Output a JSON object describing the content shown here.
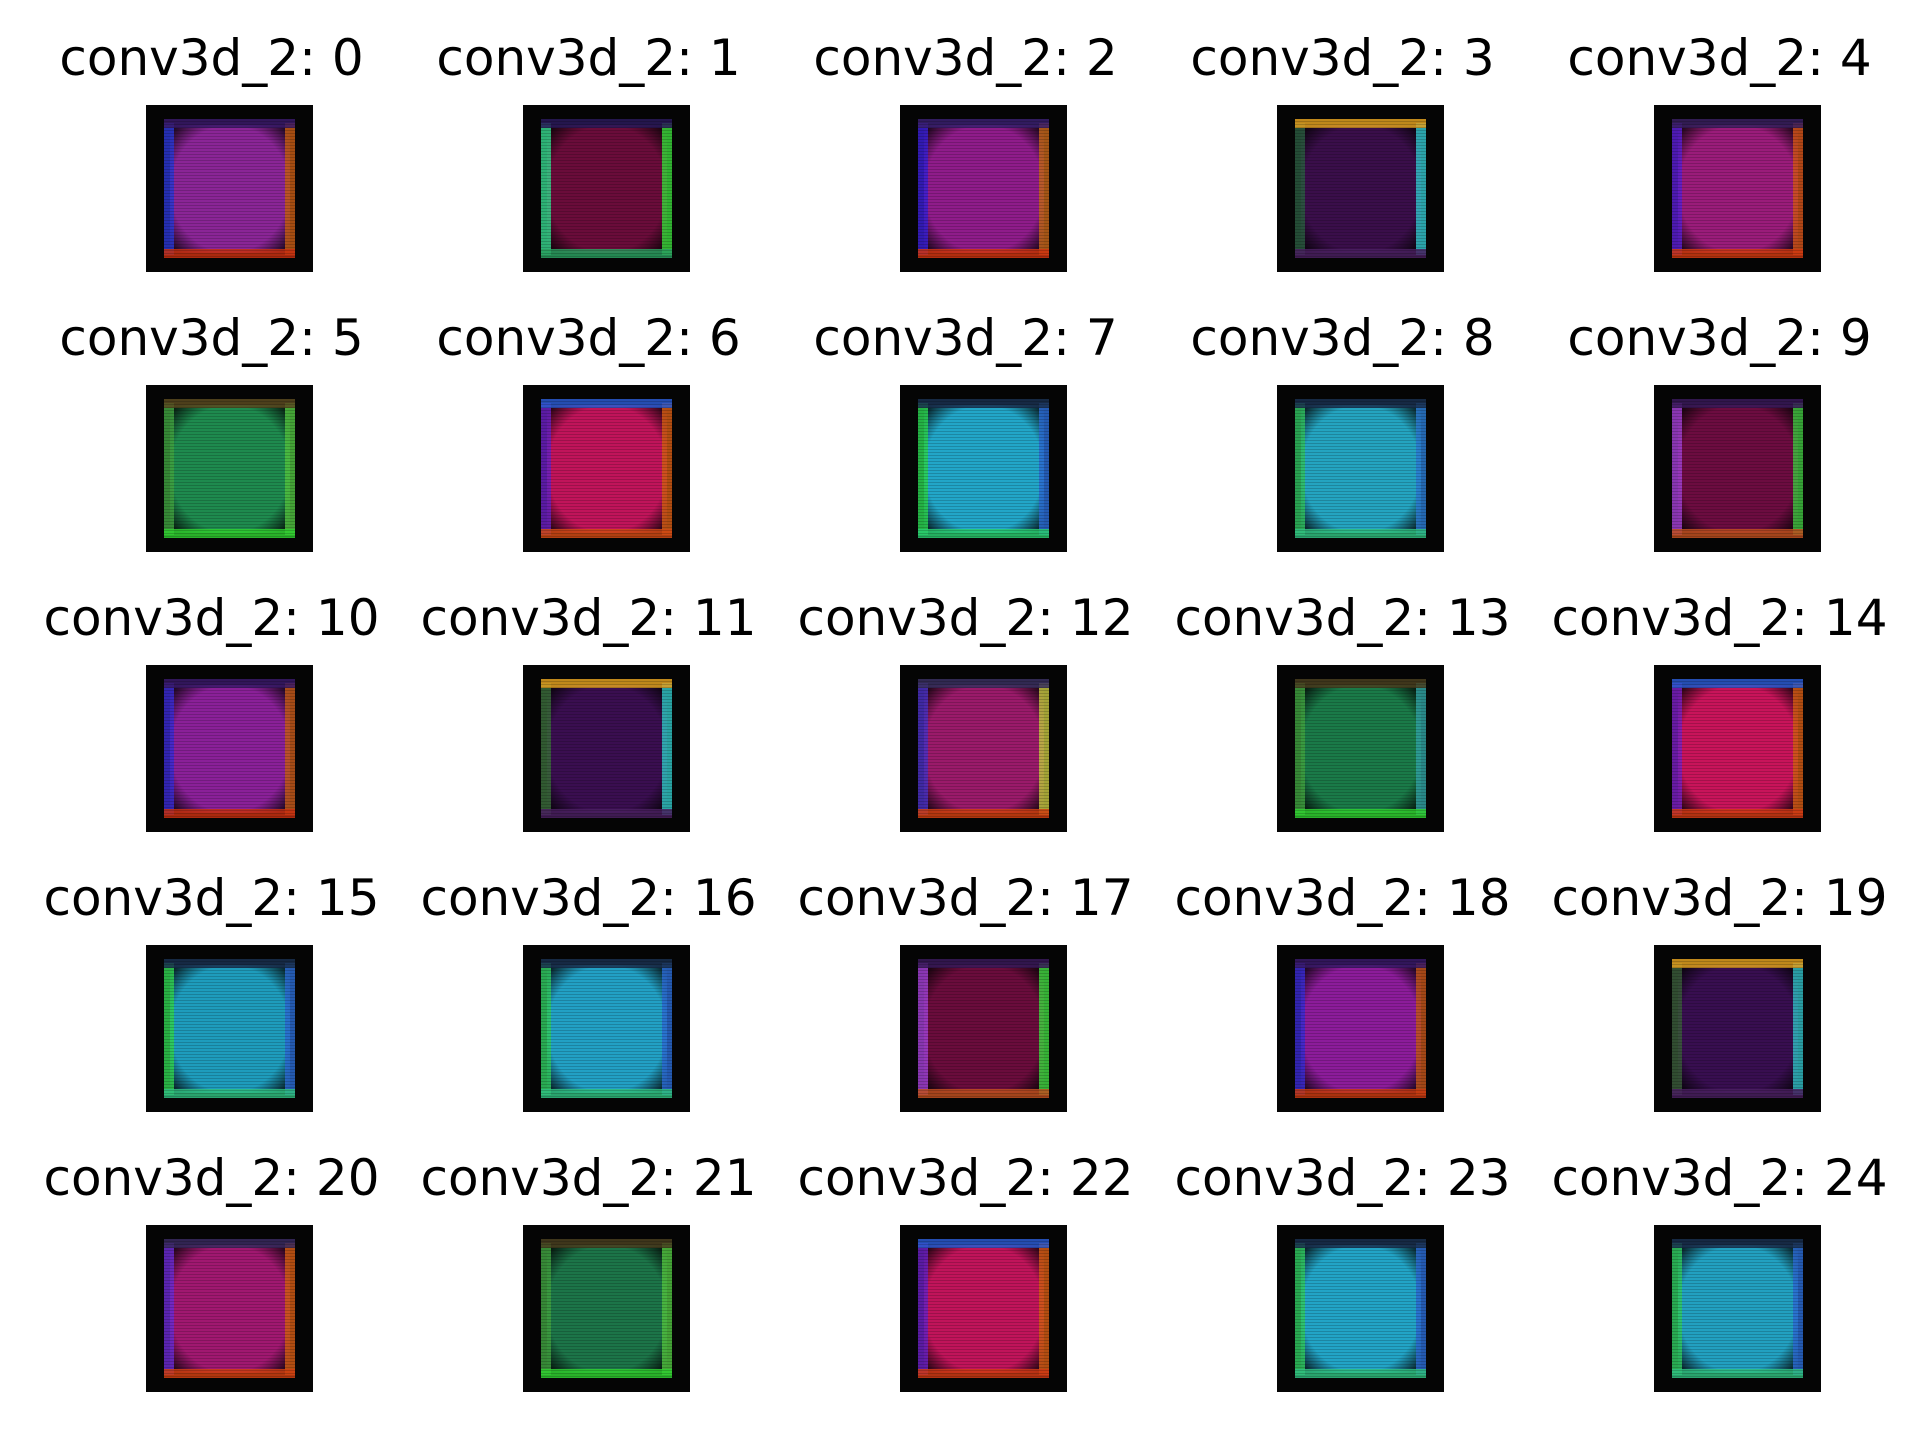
{
  "figure": {
    "panels": [
      {
        "title": "conv3d_2: 0",
        "fill": "#8a2596",
        "left": "#2a36d0",
        "right": "#c25a14",
        "top": "#3a1a6a",
        "bottom": "#c83010"
      },
      {
        "title": "conv3d_2: 1",
        "fill": "#6a0c3a",
        "left": "#35d08a",
        "right": "#3ad23a",
        "top": "#2a1a5a",
        "bottom": "#2aa060"
      },
      {
        "title": "conv3d_2: 2",
        "fill": "#8f1c8a",
        "left": "#3a1ed0",
        "right": "#c0641a",
        "top": "#3a2070",
        "bottom": "#d03510"
      },
      {
        "title": "conv3d_2: 3",
        "fill": "#3a0e4a",
        "left": "#2a5a40",
        "right": "#32c0c8",
        "top": "#e0a020",
        "bottom": "#4a2060"
      },
      {
        "title": "conv3d_2: 4",
        "fill": "#9a1c7a",
        "left": "#5a1ed0",
        "right": "#d0521a",
        "top": "#3a2060",
        "bottom": "#d03a10"
      },
      {
        "title": "conv3d_2: 5",
        "fill": "#1e8a4e",
        "left": "#40a040",
        "right": "#50c040",
        "top": "#5a4a20",
        "bottom": "#30d030"
      },
      {
        "title": "conv3d_2: 6",
        "fill": "#c0145a",
        "left": "#6a20c0",
        "right": "#d05a14",
        "top": "#2a5ad0",
        "bottom": "#d04a14"
      },
      {
        "title": "conv3d_2: 7",
        "fill": "#22a6c8",
        "left": "#2ad050",
        "right": "#2a6ad0",
        "top": "#1a3050",
        "bottom": "#2acc70"
      },
      {
        "title": "conv3d_2: 8",
        "fill": "#24a4c0",
        "left": "#30c060",
        "right": "#2a7ad0",
        "top": "#1a3050",
        "bottom": "#30c080"
      },
      {
        "title": "conv3d_2: 9",
        "fill": "#6c0c40",
        "left": "#a040d0",
        "right": "#40c040",
        "top": "#3a1a5a",
        "bottom": "#c05020"
      },
      {
        "title": "conv3d_2: 10",
        "fill": "#8a2098",
        "left": "#3a2ad0",
        "right": "#c2581a",
        "top": "#3a1a6a",
        "bottom": "#c83010"
      },
      {
        "title": "conv3d_2: 11",
        "fill": "#3a0e50",
        "left": "#3a6a3a",
        "right": "#30c0c0",
        "top": "#e0a020",
        "bottom": "#4a2060"
      },
      {
        "title": "conv3d_2: 12",
        "fill": "#9a1a6a",
        "left": "#4a30c0",
        "right": "#c0c040",
        "top": "#3a3060",
        "bottom": "#d04010"
      },
      {
        "title": "conv3d_2: 13",
        "fill": "#1a7a48",
        "left": "#40a040",
        "right": "#30a0a0",
        "top": "#4a4020",
        "bottom": "#30d030"
      },
      {
        "title": "conv3d_2: 14",
        "fill": "#c8145a",
        "left": "#7a20c0",
        "right": "#d05a14",
        "top": "#2a5ad0",
        "bottom": "#d03a14"
      },
      {
        "title": "conv3d_2: 15",
        "fill": "#1e9cbc",
        "left": "#30d050",
        "right": "#2a6ad0",
        "top": "#1a3050",
        "bottom": "#30c080"
      },
      {
        "title": "conv3d_2: 16",
        "fill": "#22a0c4",
        "left": "#30c860",
        "right": "#2a6ad0",
        "top": "#1a3050",
        "bottom": "#30c080"
      },
      {
        "title": "conv3d_2: 17",
        "fill": "#6a0c3c",
        "left": "#a040d0",
        "right": "#40d040",
        "top": "#3a1a5a",
        "bottom": "#c05020"
      },
      {
        "title": "conv3d_2: 18",
        "fill": "#8c1c9a",
        "left": "#3a2ad0",
        "right": "#c0541a",
        "top": "#3a1a6a",
        "bottom": "#c83a10"
      },
      {
        "title": "conv3d_2: 19",
        "fill": "#380e50",
        "left": "#3a5a3a",
        "right": "#30b8c0",
        "top": "#e0a020",
        "bottom": "#4a2060"
      },
      {
        "title": "conv3d_2: 20",
        "fill": "#a01870",
        "left": "#6a2ad0",
        "right": "#d05a14",
        "top": "#3a2a60",
        "bottom": "#d04010"
      },
      {
        "title": "conv3d_2: 21",
        "fill": "#1c7448",
        "left": "#40a040",
        "right": "#50c040",
        "top": "#4a4020",
        "bottom": "#30d030"
      },
      {
        "title": "conv3d_2: 22",
        "fill": "#c0145a",
        "left": "#6a20c0",
        "right": "#d05a14",
        "top": "#2a5ad0",
        "bottom": "#d03a14"
      },
      {
        "title": "conv3d_2: 23",
        "fill": "#22a4c6",
        "left": "#30c860",
        "right": "#2a6ad0",
        "top": "#1a3050",
        "bottom": "#30c080"
      },
      {
        "title": "conv3d_2: 24",
        "fill": "#22a0c0",
        "left": "#30c860",
        "right": "#2a6ad0",
        "top": "#1a3050",
        "bottom": "#30c080"
      }
    ]
  }
}
